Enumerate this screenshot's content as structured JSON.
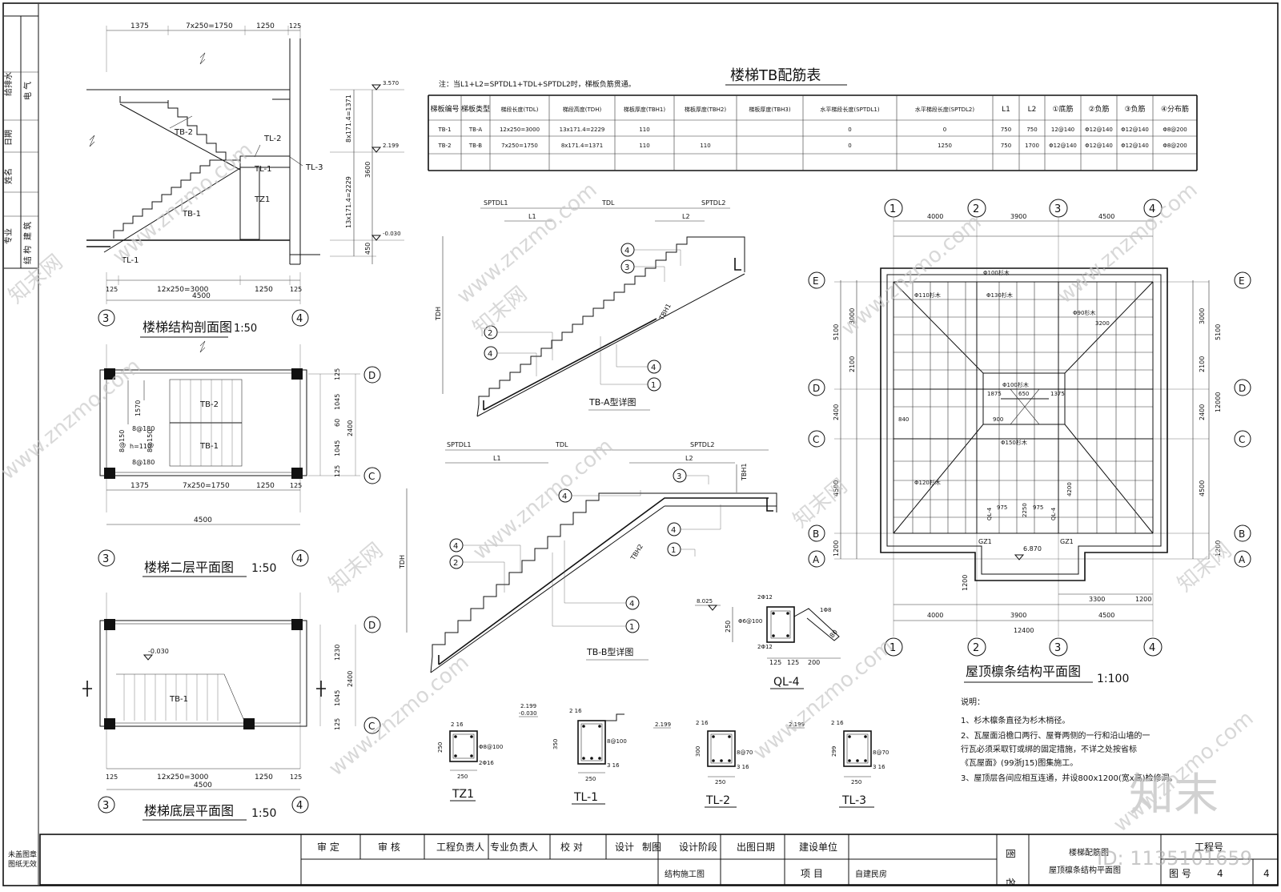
{
  "left_strip": {
    "disciplines": [
      "给排水",
      "电 气",
      "日期",
      "姓名",
      "专业",
      "建 筑",
      "结 构"
    ]
  },
  "section_view": {
    "title": "楼梯结构剖面图",
    "scale": "1:50",
    "dims_top": [
      "1375",
      "7x250=1750",
      "1250",
      "125"
    ],
    "dims_bottom": [
      "125",
      "12x250=3000",
      "1250",
      "125"
    ],
    "total": "4500",
    "labels": [
      "TB-2",
      "TL-2",
      "TL-1",
      "TL-3",
      "TZ1",
      "TB-1",
      "TL-1"
    ],
    "axes": [
      "3",
      "4"
    ],
    "elev_marks": [
      "3.570",
      "2.199",
      "-0.030"
    ],
    "vert_dims": [
      "8x171.4=1371",
      "3600",
      "13x171.4=2229",
      "450"
    ]
  },
  "plan_second": {
    "title": "楼梯二层平面图",
    "scale": "1:50",
    "labels": [
      "TB-2",
      "TB-1",
      "8@180",
      "8@150",
      "h=110",
      "8@150",
      "8@180",
      "1570"
    ],
    "dims_bottom": [
      "1375",
      "7x250=1750",
      "1250",
      "125"
    ],
    "total": "4500",
    "vert_dims": [
      "125",
      "1045",
      "60",
      "2400",
      "1045",
      "125"
    ],
    "axes_side": [
      "D",
      "C"
    ],
    "axes_bottom": [
      "3",
      "4"
    ]
  },
  "plan_ground": {
    "title": "楼梯底层平面图",
    "scale": "1:50",
    "labels": [
      "-0.030",
      "TB-1"
    ],
    "dims_bottom": [
      "125",
      "12x250=3000",
      "1250",
      "125"
    ],
    "total": "4500",
    "vert_dims": [
      "1230",
      "2400",
      "1045",
      "125"
    ],
    "axes_side": [
      "D",
      "C"
    ],
    "axes_bottom": [
      "3",
      "4"
    ]
  },
  "table": {
    "title": "楼梯TB配筋表",
    "note": "注：当L1+L2=SPTDL1+TDL+SPTDL2时，梯板负筋贯通。",
    "headers": [
      "梯板编号",
      "梯板类型",
      "梯段长度(TDL)",
      "梯段高度(TDH)",
      "梯板厚度(TBH1)",
      "梯板厚度(TBH2)",
      "梯板厚度(TBH3)",
      "水平梯段长度(SPTDL1)",
      "水平梯段长度(SPTDL2)",
      "L1",
      "L2",
      "①底筋",
      "②负筋",
      "③负筋",
      "④分布筋"
    ],
    "rows": [
      [
        "TB-1",
        "TB-A",
        "12x250=3000",
        "13x171.4=2229",
        "110",
        "",
        "",
        "0",
        "0",
        "750",
        "750",
        "12@140",
        "Φ12@140",
        "Φ12@140",
        "Φ8@200"
      ],
      [
        "TB-2",
        "TB-B",
        "7x250=1750",
        "8x171.4=1371",
        "110",
        "110",
        "",
        "0",
        "1250",
        "750",
        "1700",
        "Φ12@140",
        "Φ12@140",
        "Φ12@140",
        "Φ8@200"
      ]
    ]
  },
  "tb_a": {
    "title": "TB-A型详图",
    "labels": [
      "SPTDL1",
      "TDL",
      "SPTDL2",
      "L1",
      "L2",
      "TDH",
      "TBH1"
    ],
    "callouts": [
      "4",
      "3",
      "2",
      "4",
      "4",
      "1"
    ]
  },
  "tb_b": {
    "title": "TB-B型详图",
    "labels": [
      "SPTDL1",
      "TDL",
      "SPTDL2",
      "L1",
      "L2",
      "TDH",
      "TBH2",
      "TBH1"
    ],
    "callouts": [
      "3",
      "4",
      "4",
      "2",
      "4",
      "1",
      "4",
      "1"
    ]
  },
  "ql4": {
    "title": "QL-4",
    "labels": [
      "8.025",
      "2Φ12",
      "Φ6@100",
      "250",
      "2Φ12",
      "1Φ8",
      "80",
      "125",
      "125",
      "200"
    ]
  },
  "roof": {
    "title": "屋顶檩条结构平面图",
    "scale": "1:100",
    "axes_top": [
      "1",
      "2",
      "3",
      "4"
    ],
    "dims_top": [
      "4000",
      "3900",
      "4500"
    ],
    "axes_side": [
      "E",
      "D",
      "C",
      "B",
      "A"
    ],
    "dims_left": [
      "3000",
      "5100",
      "2100",
      "2400",
      "4500",
      "1200",
      "1200"
    ],
    "dims_right": [
      "3000",
      "5100",
      "2100",
      "12000",
      "2400",
      "4500",
      "1200"
    ],
    "dims_bottom": [
      "4000",
      "3900",
      "3300",
      "1200",
      "4500",
      "12400"
    ],
    "labels": [
      "Φ100杉木",
      "Φ110杉木",
      "Φ130杉木",
      "Φ90杉木",
      "Φ100杉木",
      "Φ120杉木",
      "Φ150杉木",
      "GZ1",
      "GZ1",
      "6.870",
      "QL-4",
      "QL-4",
      "840",
      "900",
      "650",
      "1875",
      "1375",
      "975",
      "975",
      "2250",
      "3200",
      "4200"
    ]
  },
  "sections": {
    "tz1": {
      "title": "TZ1",
      "labels": [
        "2 16",
        "250",
        "Φ8@100",
        "2Φ16",
        "250"
      ]
    },
    "tl1": {
      "title": "TL-1",
      "labels": [
        "2.199",
        "-0.030",
        "2 16",
        "350",
        "8@100",
        "3 16",
        "250"
      ]
    },
    "tl2": {
      "title": "TL-2",
      "labels": [
        "2.199",
        "2 16",
        "300",
        "8@70",
        "3 16",
        "250"
      ]
    },
    "tl3": {
      "title": "TL-3",
      "labels": [
        "2.199",
        "2 16",
        "299",
        "8@70",
        "3 16",
        "250"
      ]
    }
  },
  "notes": {
    "heading": "说明：",
    "items": [
      "1、杉木檩条直径为杉木梢径。",
      "2、瓦屋面沿檐口两行、屋脊两侧的一行和沿山墙的一",
      "   行瓦必须采取钉或绑的固定措施，不详之处按省标",
      "   《瓦屋面》(99浙J15)图集施工。",
      "3、屋顶层各间应相互连通，并设800x1200(宽x高)检修洞。"
    ]
  },
  "title_block": {
    "stamp_note": [
      "未盖图章",
      "图纸无效"
    ],
    "fields": [
      "审 定",
      "审 核",
      "工程负责人",
      "专业负责人",
      "校 对",
      "设计",
      "制图",
      "设计阶段",
      "出图日期",
      "建设单位"
    ],
    "stage": "结构施工图",
    "project_label": "项 目",
    "project": "自建民房",
    "drawing_name_label": "图 名",
    "drawing_name": [
      "楼梯配筋图",
      "屋顶檩条结构平面图"
    ],
    "project_no_label": "工程号",
    "sheet_no_label": "图 号",
    "sheet_no": "4",
    "sheet_total": "4"
  },
  "watermark": {
    "site": "www.znzmo.com",
    "brand": "知末网",
    "logo": "知末",
    "id": "ID: 1135101659"
  }
}
